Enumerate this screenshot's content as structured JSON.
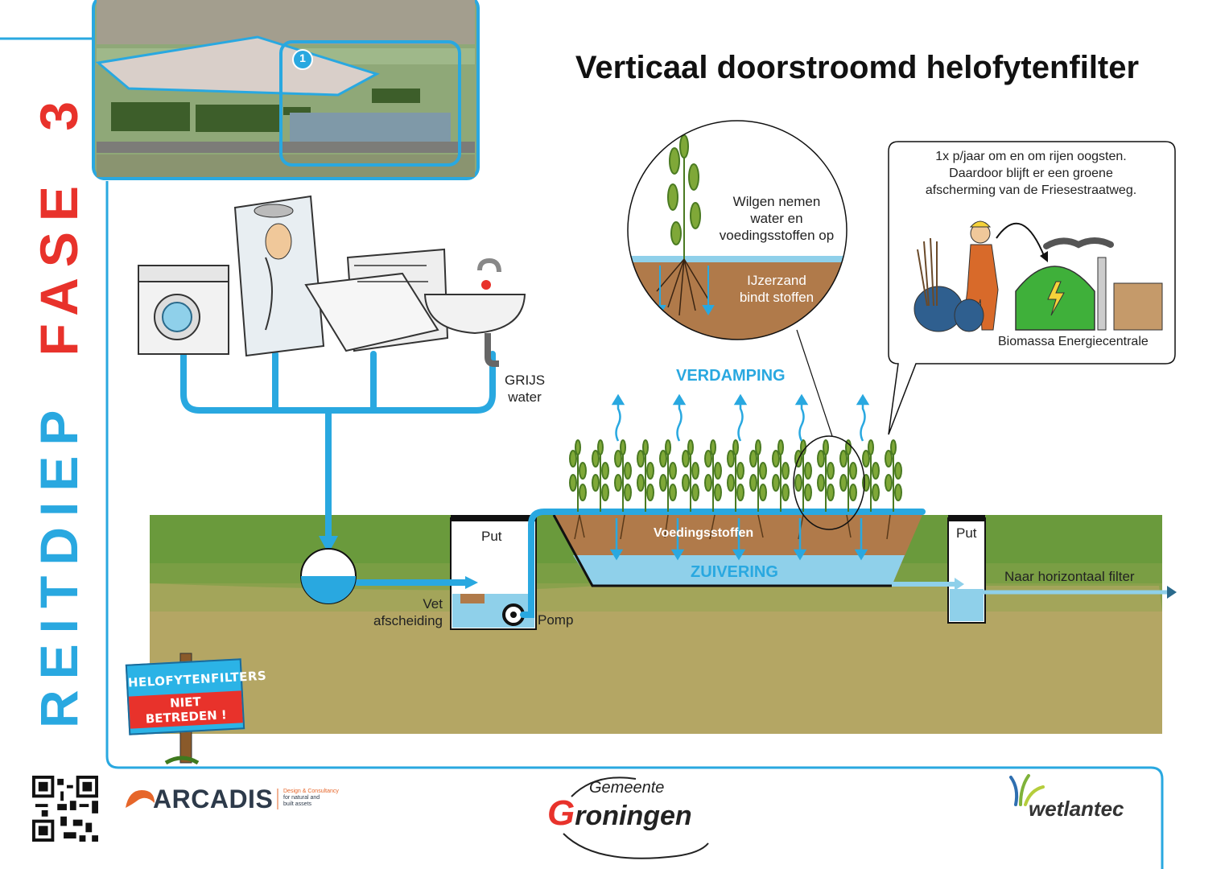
{
  "side_title": {
    "word1": "REITDIEP",
    "word2": "FASE",
    "word3": "3"
  },
  "title": "Verticaal doorstroomd helofytenfilter",
  "photo_marker": "1",
  "labels": {
    "grijs_water": [
      "GRIJS",
      "water"
    ],
    "put_left": "Put",
    "put_right": "Put",
    "vet_afscheiding": [
      "Vet",
      "afscheiding"
    ],
    "pomp": "Pomp",
    "voedingsstoffen": "Voedingsstoffen",
    "zuivering": "ZUIVERING",
    "verdamping": "VERDAMPING",
    "naar_horizontaal": "Naar horizontaal filter",
    "wilgen": [
      "Wilgen nemen",
      "water en",
      "voedingsstoffen op"
    ],
    "ijzerzand": [
      "IJzerzand",
      "bindt stoffen"
    ],
    "biomassa": "Biomassa Energiecentrale"
  },
  "speech_bubble": [
    "1x p/jaar om en om rijen oogsten.",
    "Daardoor blijft er een groene",
    "afscherming van de Friesestraatweg."
  ],
  "sign": {
    "line1": "HELOFYTENFILTERS",
    "line2": "NIET BETREDEN !"
  },
  "logos": {
    "arcadis": "ARCADIS",
    "arcadis_tag": [
      "Design & Consultancy",
      "for natural and",
      "built assets"
    ],
    "gemeente": "Gemeente",
    "groningen_g": "G",
    "groningen_rest": "roningen",
    "wetlantec": "wetlantec"
  },
  "colors": {
    "blue": "#29a8e0",
    "red": "#e8322b",
    "grass": "#6a9a3c",
    "soil": "#b4a664",
    "brown": "#b07a4a"
  },
  "icons": [
    "washing-machine",
    "shower",
    "dishwasher",
    "sink",
    "worker",
    "power-plant",
    "willow"
  ]
}
